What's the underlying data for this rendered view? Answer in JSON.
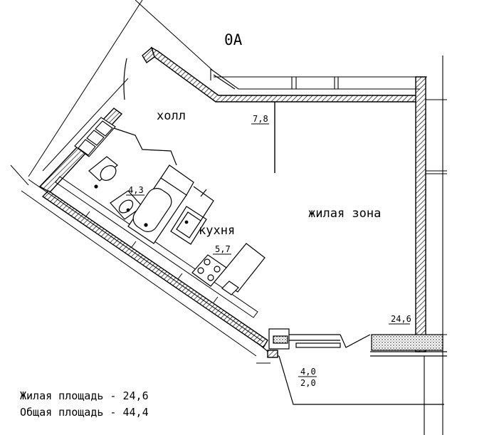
{
  "apartment_code": "0A",
  "rooms": {
    "hall": {
      "name": "холл",
      "area": "7,8"
    },
    "bathroom": {
      "area": "4,3"
    },
    "kitchen": {
      "name": "кухня",
      "area": "5,7"
    },
    "living": {
      "name": "жилая зона",
      "area": "24,6"
    },
    "balcony": {
      "area_top": "4,0",
      "area_bottom": "2,0"
    }
  },
  "summary": {
    "living_area": "Жилая площадь - 24,6",
    "total_area": "Общая площадь - 44,4"
  },
  "colors": {
    "ink": "#000000",
    "background": "#ffffff"
  }
}
